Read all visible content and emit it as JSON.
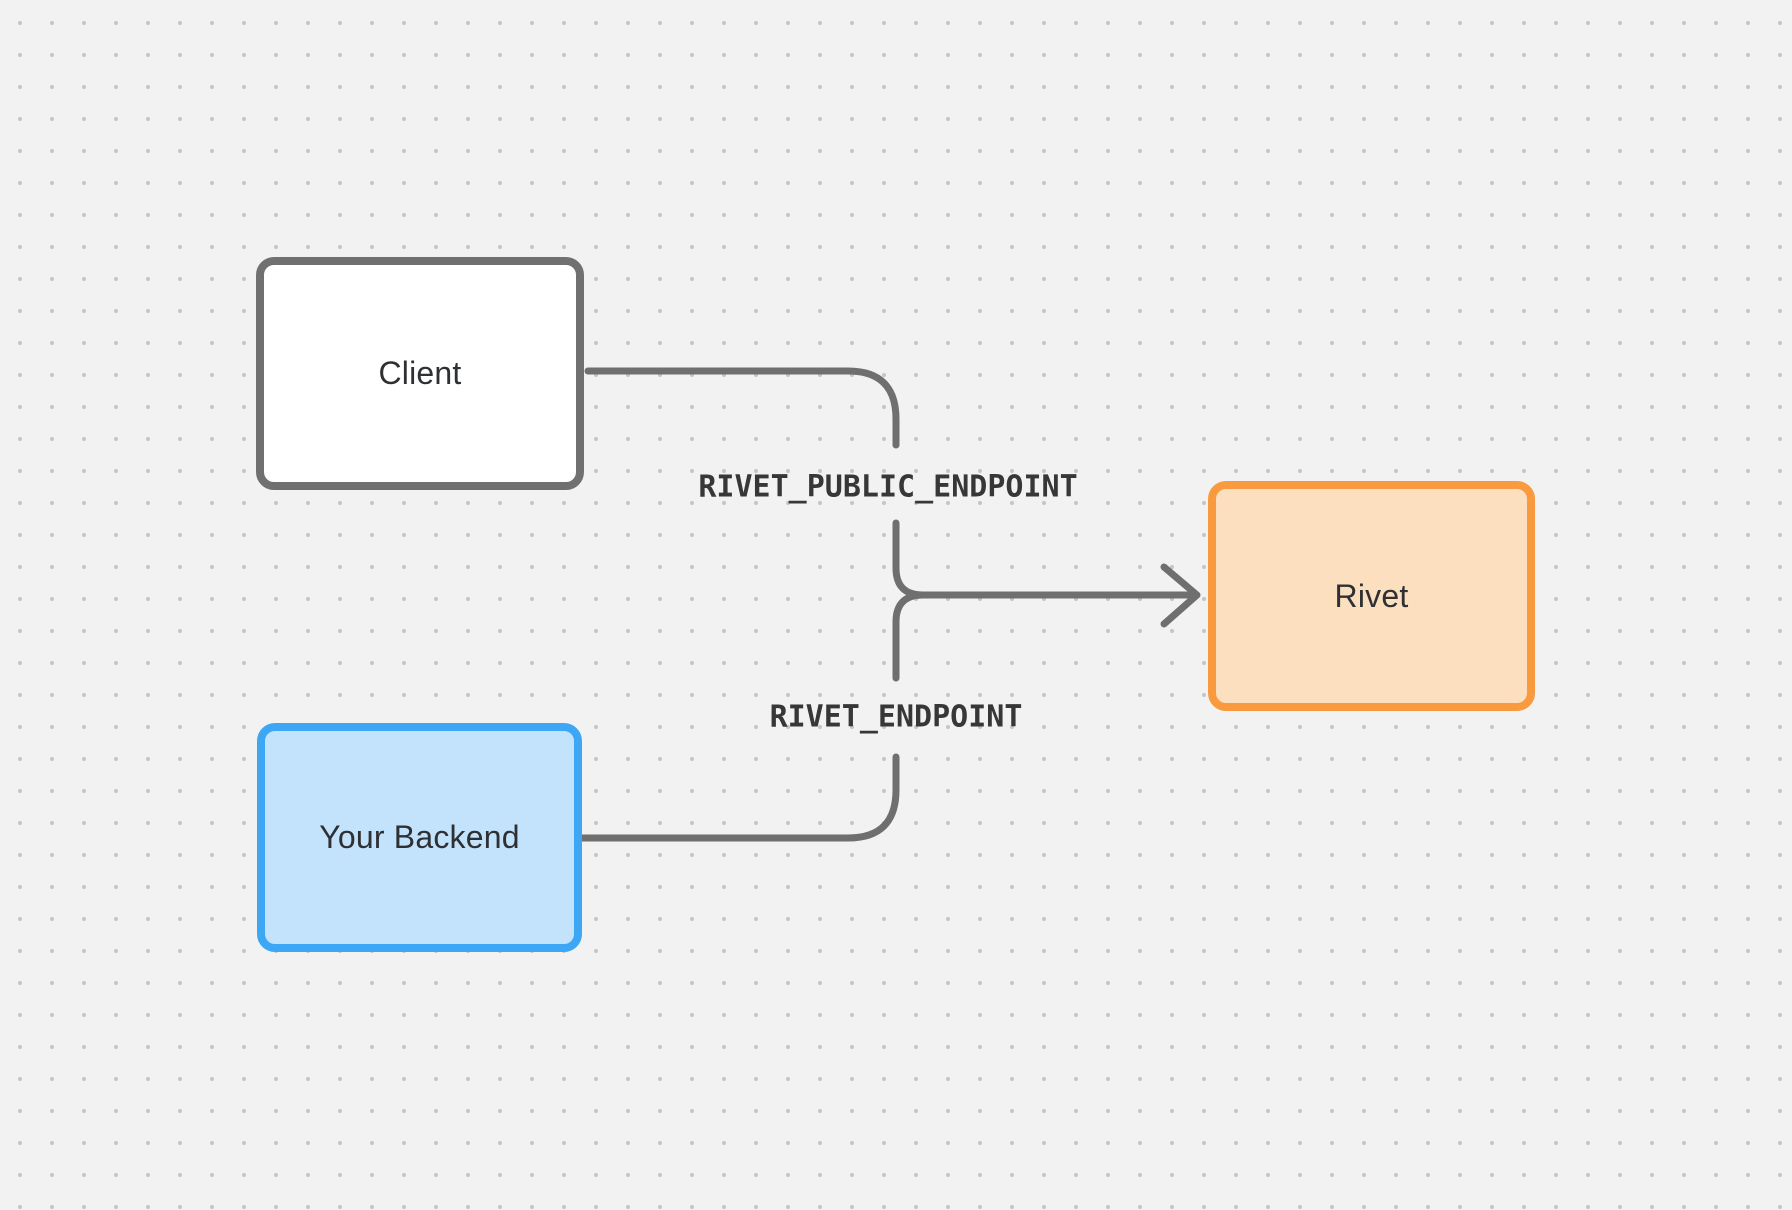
{
  "diagram": {
    "nodes": [
      {
        "id": "client",
        "label": "Client"
      },
      {
        "id": "your-backend",
        "label": "Your Backend"
      },
      {
        "id": "rivet",
        "label": "Rivet"
      }
    ],
    "edges": [
      {
        "from": "client",
        "to": "rivet",
        "label": "RIVET_PUBLIC_ENDPOINT"
      },
      {
        "from": "your-backend",
        "to": "rivet",
        "label": "RIVET_ENDPOINT"
      }
    ]
  },
  "colors": {
    "background": "#f2f2f2",
    "grid-dot": "#c6c6c6",
    "connector": "#6f6f6f",
    "node-text": "#2e3033",
    "edge-label-text": "#373737",
    "client-fill": "#ffffff",
    "client-border": "#707070",
    "backend-fill": "#c2e3fb",
    "backend-border": "#3da6f5",
    "rivet-fill": "#fbdfbf",
    "rivet-border": "#f89a3d"
  }
}
